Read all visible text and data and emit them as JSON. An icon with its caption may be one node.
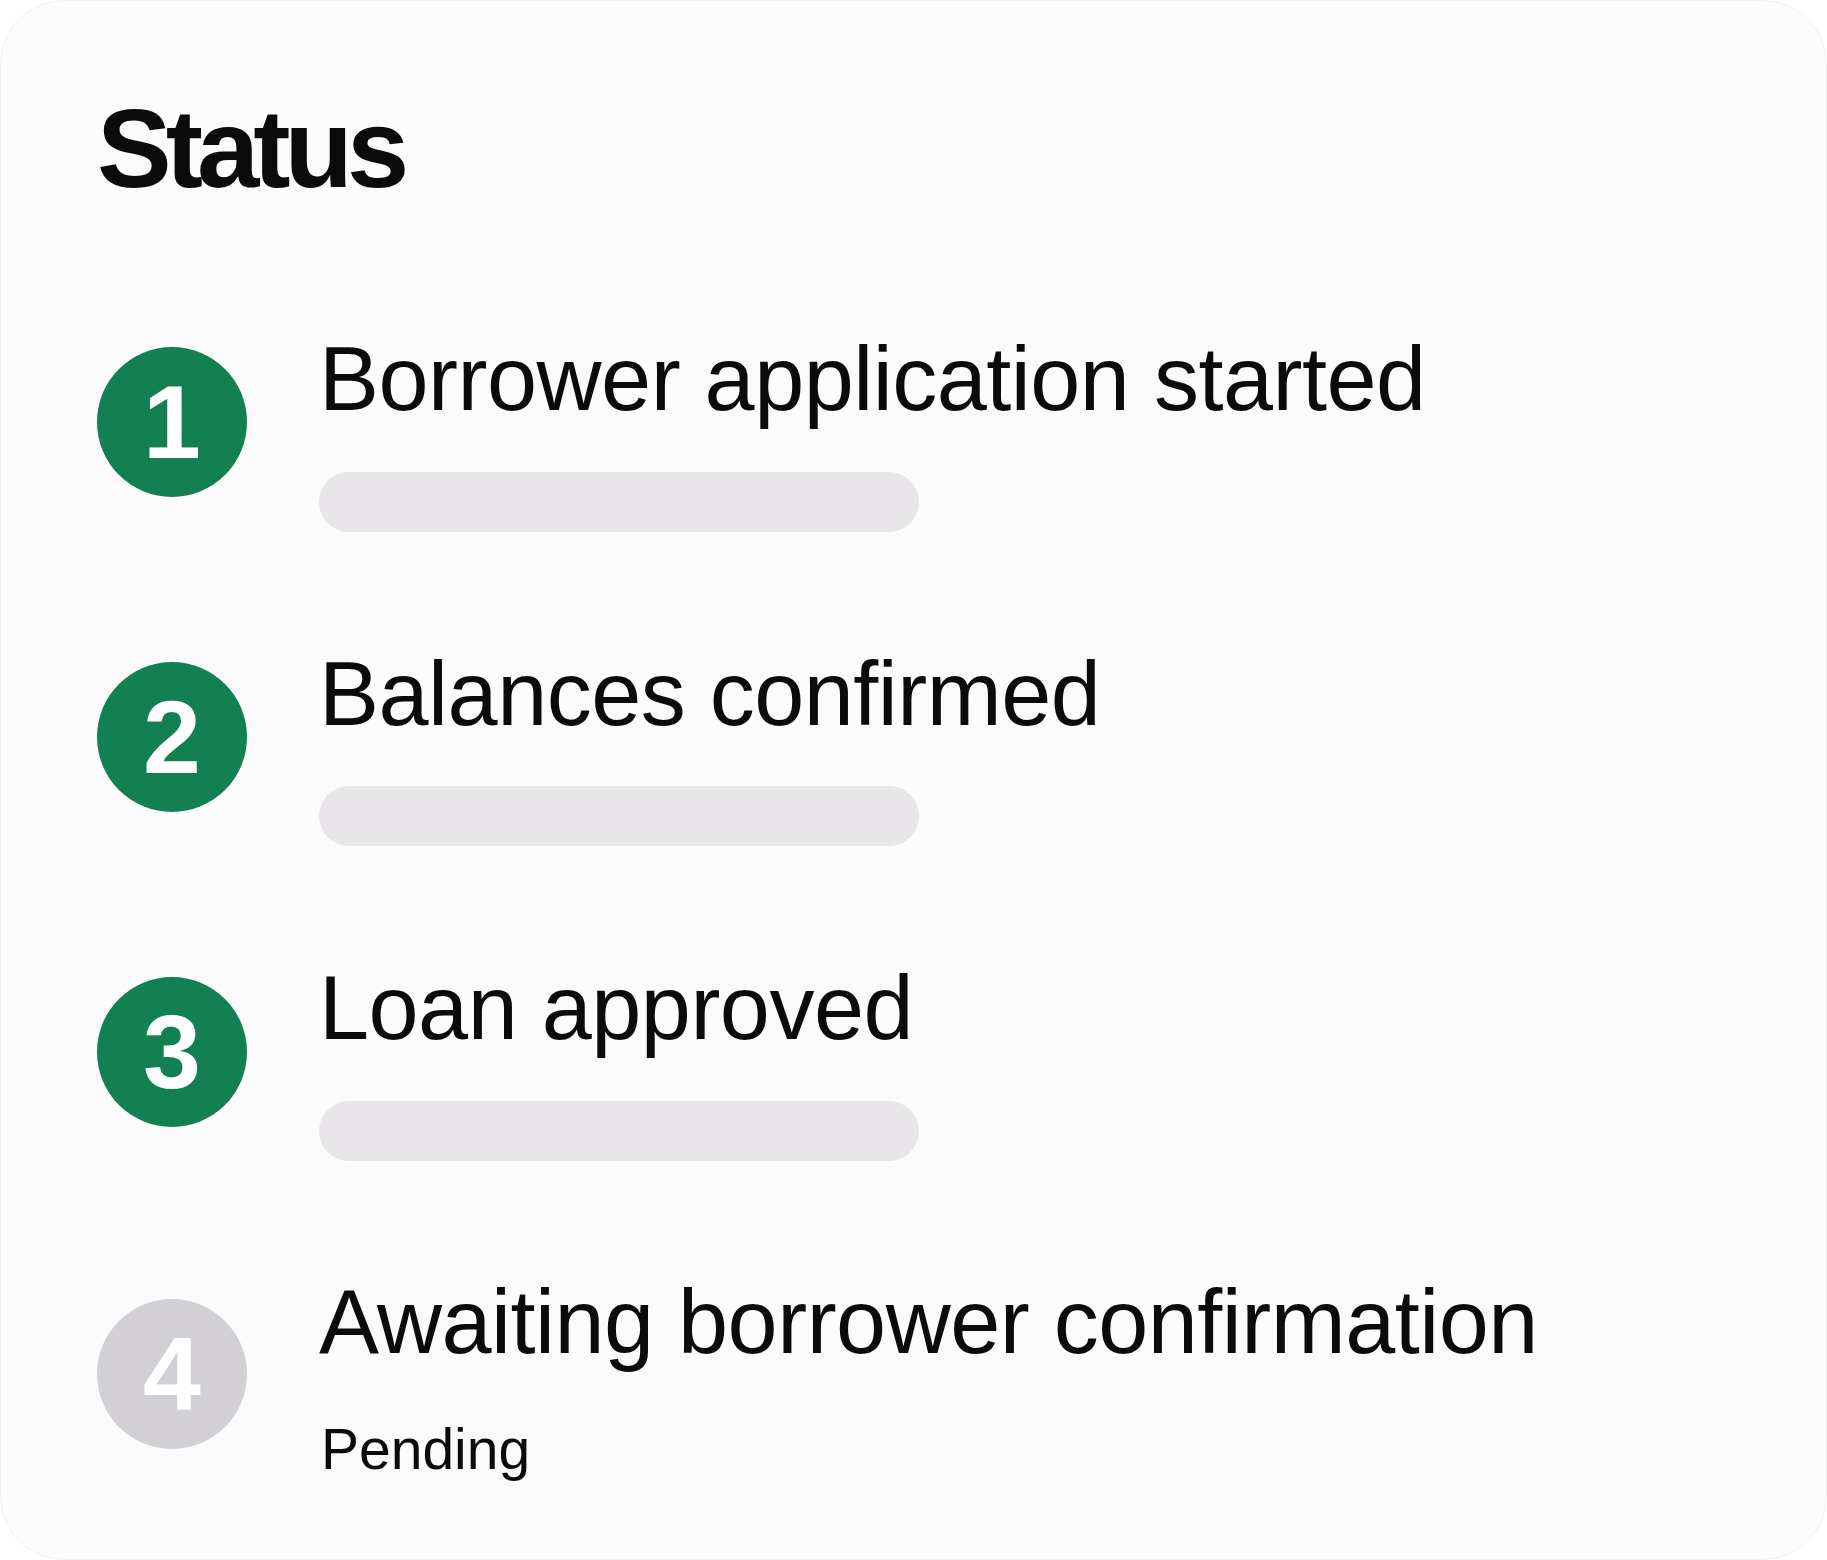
{
  "diagram": {
    "title": "Status",
    "nodes": [
      {
        "text": [
          "1"
        ],
        "beside": [
          "Borrower application started"
        ]
      },
      {
        "text": [
          "2"
        ],
        "beside": [
          "Balances confirmed"
        ]
      },
      {
        "text": [
          "3"
        ],
        "beside": [
          "Loan approved"
        ]
      },
      {
        "text": [
          "4"
        ],
        "beside": [
          "Awaiting borrower confirmation",
          "Pending"
        ]
      }
    ]
  }
}
